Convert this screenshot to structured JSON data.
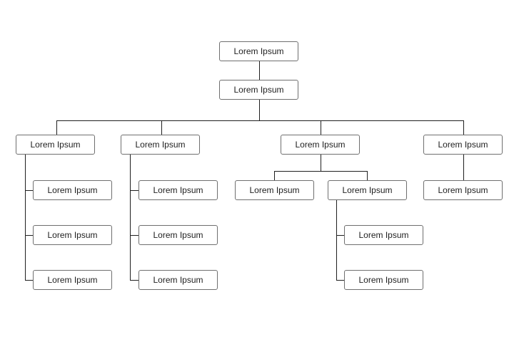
{
  "colors": {
    "box_border": "#6f6f6f",
    "connector": "#1f1f1f",
    "text": "#1f1f1f",
    "background": "#ffffff"
  },
  "nodes": {
    "root": "Lorem Ipsum",
    "second": "Lorem Ipsum",
    "branch_a": "Lorem Ipsum",
    "branch_a_child_1": "Lorem Ipsum",
    "branch_a_child_2": "Lorem Ipsum",
    "branch_a_child_3": "Lorem Ipsum",
    "branch_b": "Lorem Ipsum",
    "branch_b_child_1": "Lorem Ipsum",
    "branch_b_child_2": "Lorem Ipsum",
    "branch_b_child_3": "Lorem Ipsum",
    "branch_c": "Lorem Ipsum",
    "branch_c_child_1": "Lorem Ipsum",
    "branch_c_child_2": "Lorem Ipsum",
    "branch_c_child_2_sub_1": "Lorem Ipsum",
    "branch_c_child_2_sub_2": "Lorem Ipsum",
    "branch_d": "Lorem Ipsum",
    "branch_d_child_1": "Lorem Ipsum"
  }
}
